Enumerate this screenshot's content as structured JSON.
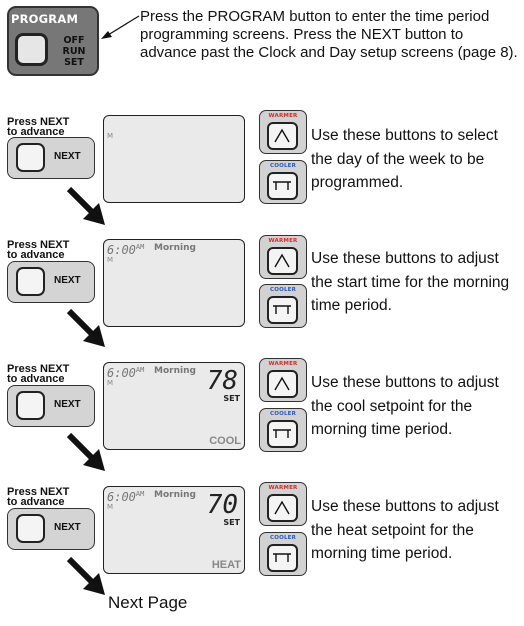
{
  "program_button": {
    "title": "PROGRAM",
    "switch_off": "OFF",
    "switch_run": "RUN",
    "switch_set": "SET"
  },
  "intro_text": "Press the PROGRAM button to enter the time period programming screens.  Press the NEXT button to advance past the Clock and Day setup screens (page 8).",
  "warmer_label": "WARMER",
  "cooler_label": "COOLER",
  "warmer_color": "#d62a2a",
  "cooler_color": "#2b57c4",
  "steps": [
    {
      "press_label_1": "Press NEXT",
      "press_label_2": "to advance",
      "next_label": "NEXT",
      "lcd": {
        "m": "M"
      },
      "description": "Use these buttons to select the day of the week to be programmed."
    },
    {
      "press_label_1": "Press NEXT",
      "press_label_2": "to advance",
      "next_label": "NEXT",
      "lcd": {
        "time": "6:00",
        "ampm": "AM",
        "period": "Morning",
        "m": "M"
      },
      "description": "Use these buttons to adjust the start time for the morning time period."
    },
    {
      "press_label_1": "Press NEXT",
      "press_label_2": "to advance",
      "next_label": "NEXT",
      "lcd": {
        "time": "6:00",
        "ampm": "AM",
        "period": "Morning",
        "m": "M",
        "setpoint": "78",
        "set_label": "SET",
        "mode": "COOL"
      },
      "description": "Use these buttons to adjust the cool setpoint for the morning time period."
    },
    {
      "press_label_1": "Press NEXT",
      "press_label_2": "to advance",
      "next_label": "NEXT",
      "lcd": {
        "time": "6:00",
        "ampm": "AM",
        "period": "Morning",
        "m": "M",
        "setpoint": "70",
        "set_label": "SET",
        "mode": "HEAT"
      },
      "description": "Use these buttons to adjust the heat setpoint for the morning time period."
    }
  ],
  "footer": "Next Page"
}
